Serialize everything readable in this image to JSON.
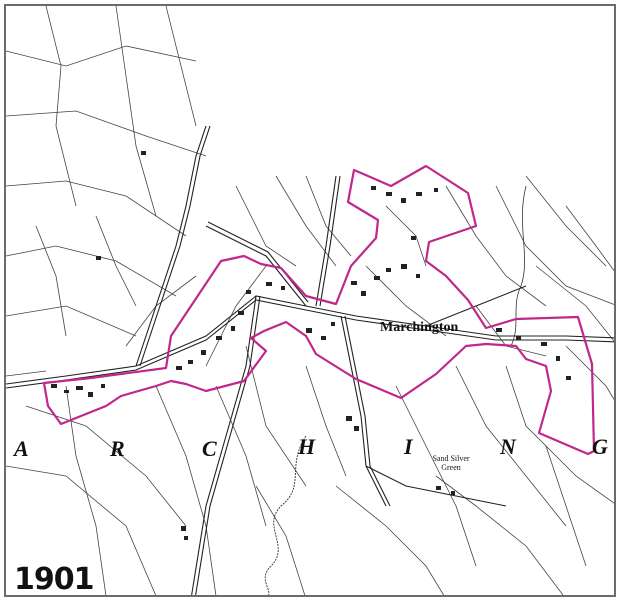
{
  "map": {
    "year_label": "1901",
    "village_name": "Marchington",
    "minor_place": "Sand Silver Green",
    "sheet_letters": [
      "A",
      "R",
      "C",
      "H",
      "I",
      "N",
      "G"
    ],
    "boundary_color": "#c0278c",
    "line_color": "#3a3a3a"
  }
}
